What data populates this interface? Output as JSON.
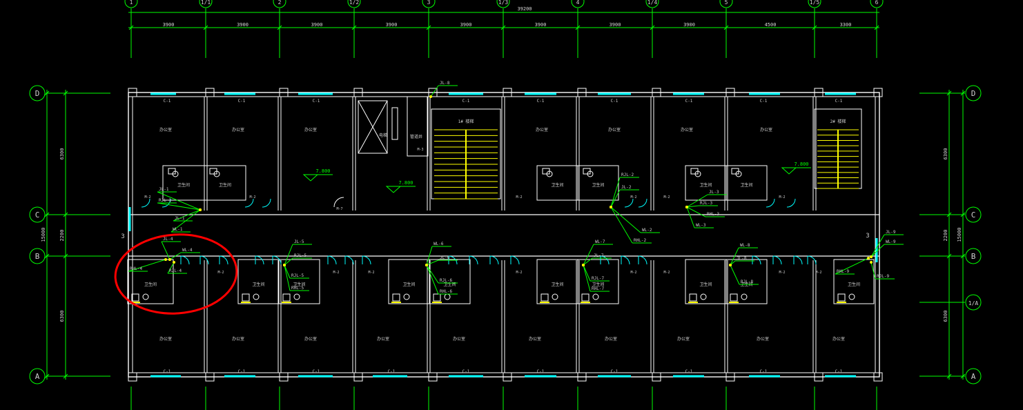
{
  "grid_top": [
    "1",
    "1/1",
    "2",
    "1/2",
    "3",
    "1/3",
    "4",
    "1/4",
    "5",
    "1/5",
    "6"
  ],
  "grid_left": [
    "D",
    "C",
    "B",
    "A"
  ],
  "grid_right": [
    "D",
    "C",
    "B",
    "1/A",
    "A"
  ],
  "dims_top": {
    "overall": "39200",
    "spans": [
      "3900",
      "3900",
      "3900",
      "3900",
      "3900",
      "3900",
      "3900",
      "3900",
      "4500",
      "3300"
    ]
  },
  "dims_left": {
    "overall": "15000",
    "spans": [
      "6300",
      "2200",
      "6300"
    ]
  },
  "dims_right": {
    "overall": "15000",
    "spans": [
      "6300",
      "2200",
      "6300"
    ]
  },
  "elevations": [
    "7.800",
    "7.800",
    "7.800"
  ],
  "stairs": [
    "1# 楼梯",
    "2# 楼梯"
  ],
  "room_names": {
    "office": "办公室",
    "toilet": "卫生间",
    "elevator": "电梯",
    "shaft": "管道井"
  },
  "window_tags": [
    "C-1",
    "C-1",
    "C-1",
    "C-1",
    "C-1",
    "C-1",
    "C-1",
    "C-1",
    "C-1",
    "C-1",
    "C-1",
    "C-1",
    "C-1",
    "C-1",
    "C-1",
    "C-1",
    "C-1",
    "C-1",
    "C-1",
    "C-1"
  ],
  "door_tags": [
    "M-1",
    "M-2",
    "M-3",
    "M-7"
  ],
  "pipe_tags": [
    "JL-1",
    "RJL-1",
    "WL-1",
    "JL-4",
    "RHL-4",
    "WL-4",
    "RJL-4",
    "JL-2",
    "RJL-2",
    "WL-2",
    "RHL-2",
    "JL-3",
    "RJL-3",
    "RHL-3",
    "WL-3",
    "JL-5",
    "WL-5",
    "RJL-5",
    "RHL-5",
    "JL-6",
    "WL-6",
    "RJL-6",
    "RHL-6",
    "JL-7",
    "WL-7",
    "RJL-7",
    "RHL-7",
    "JL-8",
    "WL-8",
    "RJL-8",
    "JL-9",
    "WL-9",
    "RHL-9",
    "RJL-9",
    "JL-8"
  ],
  "annotation_color": "#ff0000"
}
